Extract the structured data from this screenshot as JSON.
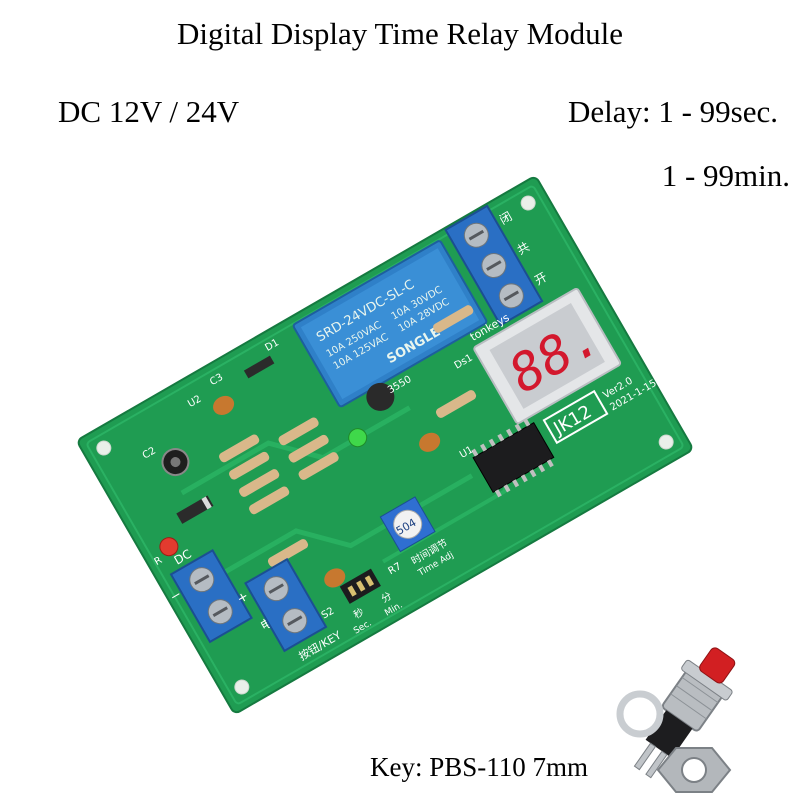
{
  "header": {
    "title": "Digital Display Time Relay Module",
    "voltage": "DC 12V / 24V",
    "delay_seconds": "Delay: 1 - 99sec.",
    "delay_minutes": "1 - 99min."
  },
  "footer": {
    "key_spec": "Key: PBS-110 7mm"
  },
  "board": {
    "display": "88.",
    "model": "JK12",
    "version": "Ver2.0",
    "date": "2021-1-15",
    "brand": "tonkeys",
    "relay_brand": "SONGLE",
    "relay_model": "SRD-24VDC-SL-C",
    "relay_ratings": [
      "10A 250VAC",
      "10A 30VDC",
      "10A 125VAC",
      "10A 28VDC"
    ],
    "potentiometer": "504",
    "labels": {
      "power": "电源",
      "key": "按钮/KEY",
      "dc": "DC",
      "sec": "秒",
      "min": "分",
      "sec_en": "Sec.",
      "min_en": "Min.",
      "time_adj": "时间调节",
      "time_adj_en": "Time Adj",
      "nc": "闭",
      "com": "共",
      "no": "开",
      "minus": "−",
      "plus": "+",
      "r": "R",
      "s2": "S2",
      "r7": "R7",
      "u1": "U1",
      "u2": "U2",
      "c2": "C2",
      "c3": "C3",
      "d1": "D1",
      "ds1": "Ds1",
      "q": "3550"
    }
  },
  "colors": {
    "pcb": "#1f9c52",
    "pcb_dark": "#17864a",
    "relay": "#2f80c8",
    "terminal": "#2a6fc4",
    "display_body": "#e4e6e8",
    "segment": "#d3182d",
    "button_cap": "#d21f22"
  }
}
